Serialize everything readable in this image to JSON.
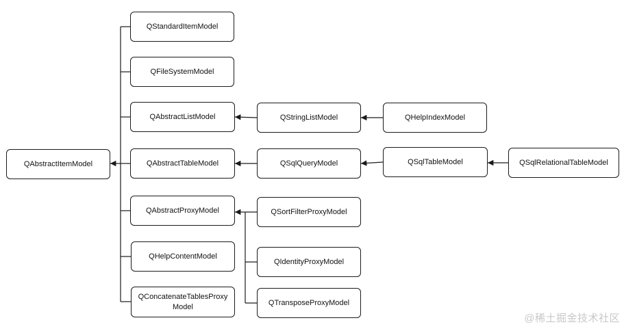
{
  "nodes": {
    "qabstractitemmodel": "QAbstractItemModel",
    "qstandarditemmodel": "QStandardItemModel",
    "qfilesystemmodel": "QFileSystemModel",
    "qabstractlistmodel": "QAbstractListModel",
    "qabstracttablemodel": "QAbstractTableModel",
    "qabstractproxymodel": "QAbstractProxyModel",
    "qhelpcontentmodel": "QHelpContentModel",
    "qconcatenatetablesproxymodel": "QConcatenateTablesProxyModel",
    "qstringlistmodel": "QStringListModel",
    "qsqlquerymodel": "QSqlQueryModel",
    "qsortfilterproxymodel": "QSortFilterProxyModel",
    "qidentityproxymodel": "QIdentityProxyModel",
    "qtransposeproxymodel": "QTransposeProxyModel",
    "qhelpindexmodel": "QHelpIndexModel",
    "qsqltablemodel": "QSqlTableModel",
    "qsqlrelationaltablemodel": "QSqlRelationalTableModel"
  },
  "edges": [
    {
      "from": "qstandarditemmodel",
      "to": "qabstractitemmodel"
    },
    {
      "from": "qfilesystemmodel",
      "to": "qabstractitemmodel"
    },
    {
      "from": "qabstractlistmodel",
      "to": "qabstractitemmodel"
    },
    {
      "from": "qabstracttablemodel",
      "to": "qabstractitemmodel"
    },
    {
      "from": "qabstractproxymodel",
      "to": "qabstractitemmodel"
    },
    {
      "from": "qhelpcontentmodel",
      "to": "qabstractitemmodel"
    },
    {
      "from": "qconcatenatetablesproxymodel",
      "to": "qabstractitemmodel"
    },
    {
      "from": "qstringlistmodel",
      "to": "qabstractlistmodel"
    },
    {
      "from": "qhelpindexmodel",
      "to": "qstringlistmodel"
    },
    {
      "from": "qsqlquerymodel",
      "to": "qabstracttablemodel"
    },
    {
      "from": "qsqltablemodel",
      "to": "qsqlquerymodel"
    },
    {
      "from": "qsqlrelationaltablemodel",
      "to": "qsqltablemodel"
    },
    {
      "from": "qsortfilterproxymodel",
      "to": "qabstractproxymodel"
    },
    {
      "from": "qidentityproxymodel",
      "to": "qabstractproxymodel"
    },
    {
      "from": "qtransposeproxymodel",
      "to": "qabstractproxymodel"
    }
  ],
  "watermark": "@稀土掘金技术社区",
  "colors": {
    "stroke": "#1a1a1a",
    "background": "#ffffff",
    "watermark": "#c8c8c8"
  }
}
